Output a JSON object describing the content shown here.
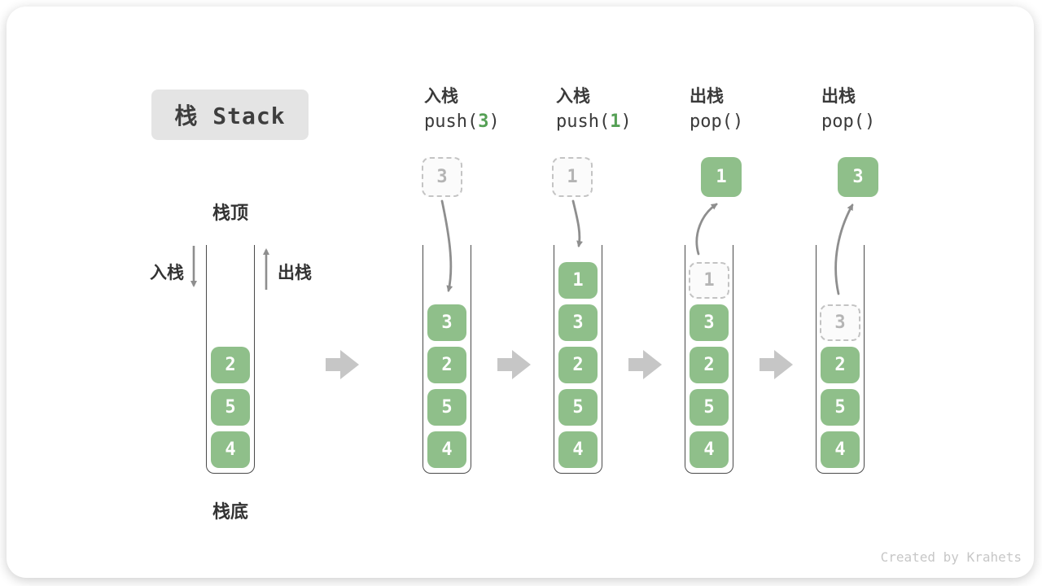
{
  "title": {
    "label": "栈 Stack"
  },
  "legend": {
    "stack_top": "栈顶",
    "stack_bottom": "栈底",
    "push_side": "入栈",
    "pop_side": "出栈"
  },
  "operations": [
    {
      "cn": "入栈",
      "code_prefix": "push(",
      "code_arg": "3",
      "code_suffix": ")"
    },
    {
      "cn": "入栈",
      "code_prefix": "push(",
      "code_arg": "1",
      "code_suffix": ")"
    },
    {
      "cn": "出栈",
      "code_prefix": "pop(",
      "code_arg": "",
      "code_suffix": ")"
    },
    {
      "cn": "出栈",
      "code_prefix": "pop(",
      "code_arg": "",
      "code_suffix": ")"
    }
  ],
  "stacks": [
    {
      "cells": [
        "2",
        "5",
        "4"
      ]
    },
    {
      "floating_dashed": "3",
      "cells": [
        "3",
        "2",
        "5",
        "4"
      ]
    },
    {
      "floating_dashed": "1",
      "cells": [
        "1",
        "3",
        "2",
        "5",
        "4"
      ]
    },
    {
      "floating_solid": "1",
      "ghost": "1",
      "cells": [
        "3",
        "2",
        "5",
        "4"
      ]
    },
    {
      "floating_solid": "3",
      "ghost": "3",
      "cells": [
        "2",
        "5",
        "4"
      ]
    }
  ],
  "watermark": "Created by Krahets",
  "colors": {
    "cell_green": "#8fbf8a",
    "code_arg_green": "#55a055",
    "title_bg": "#e4e4e4",
    "ghost_border": "#c4c4c4",
    "curve_arrow_gray": "#8e8e8e",
    "block_arrow_gray": "#c6c6c6",
    "watermark_gray": "#c7c7c7"
  }
}
